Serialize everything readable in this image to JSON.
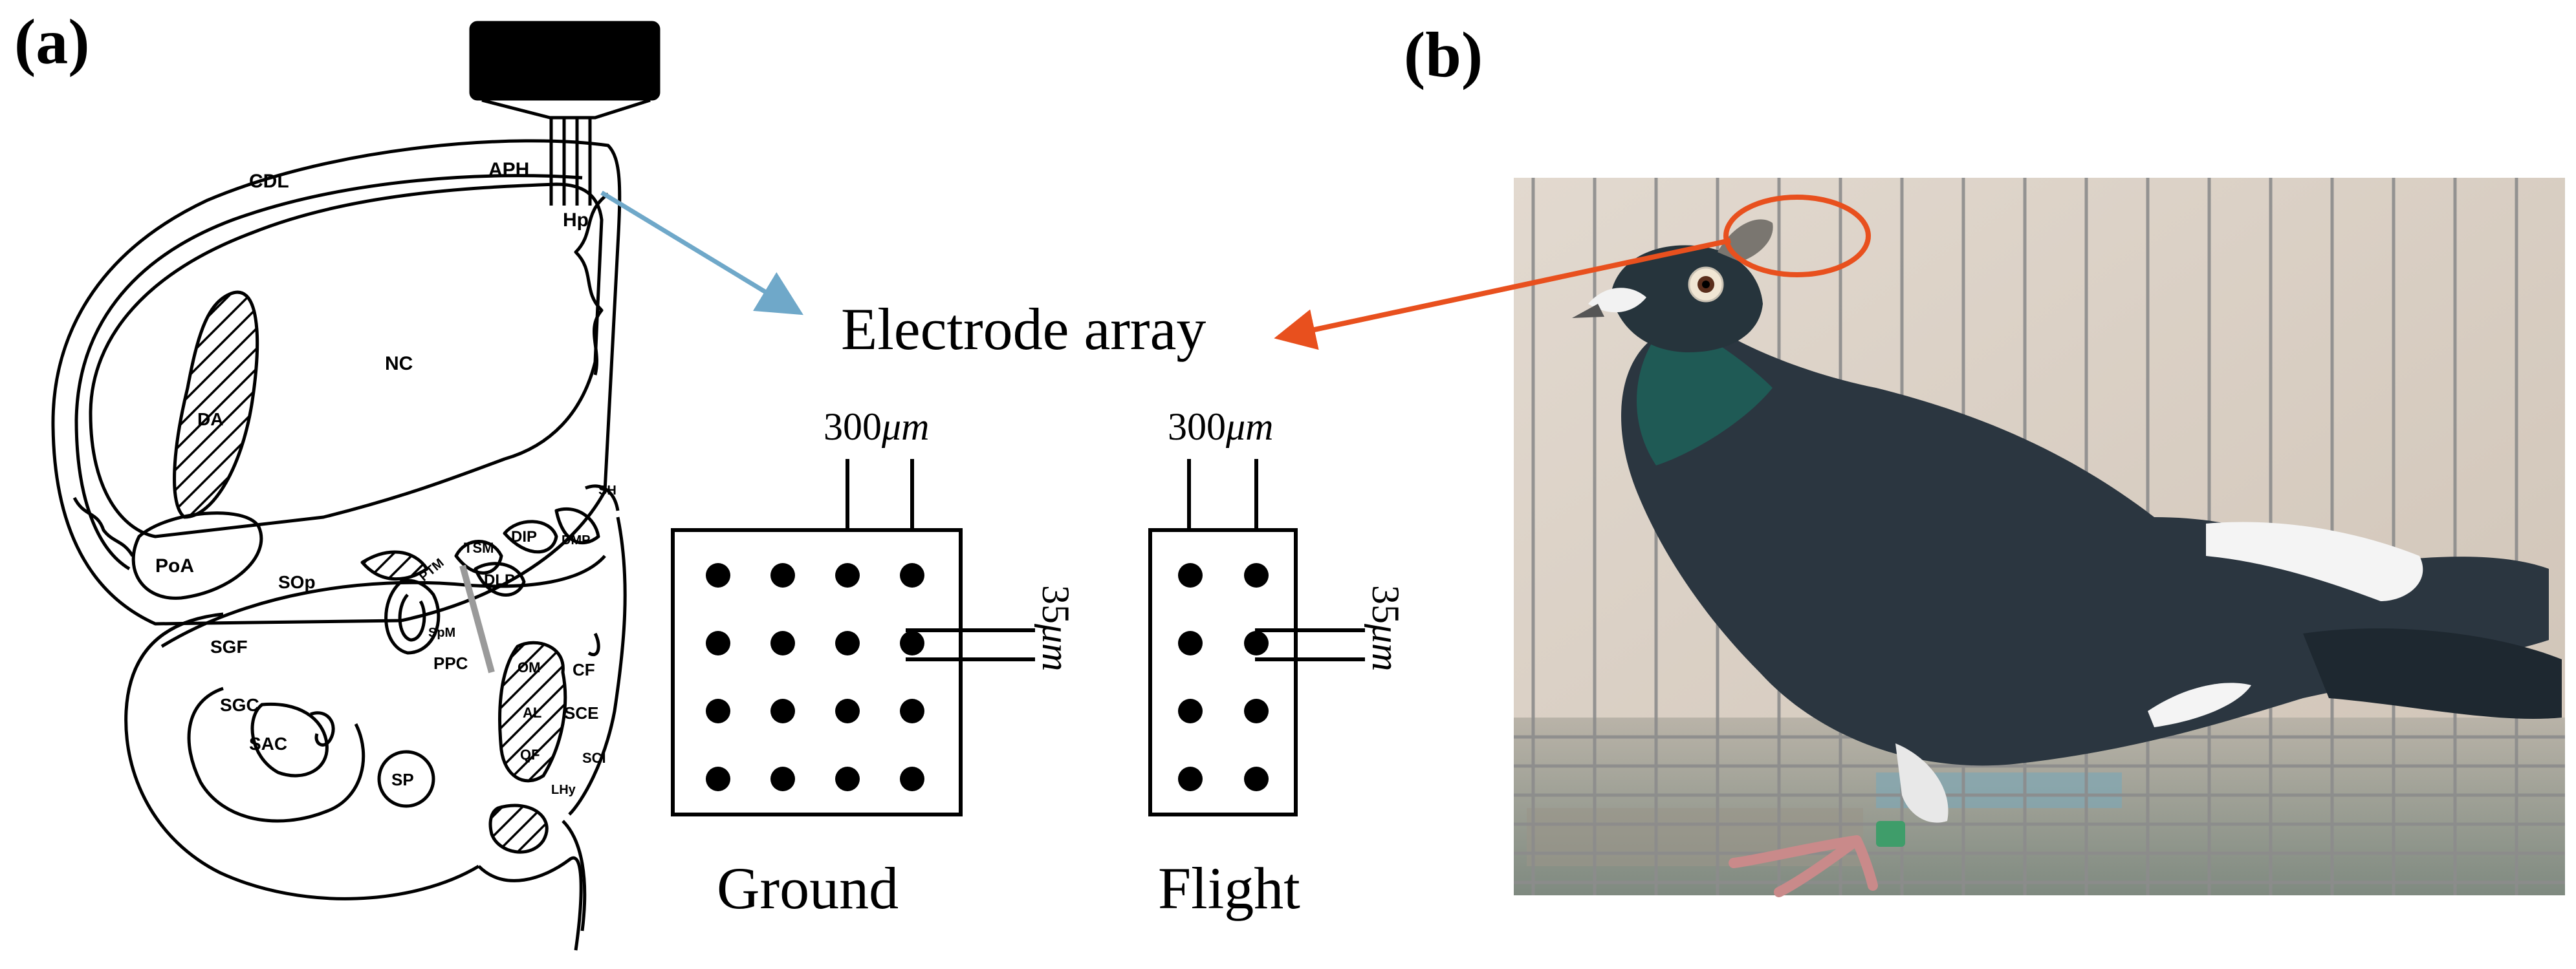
{
  "panels": {
    "a": {
      "label": "(a)"
    },
    "b": {
      "label": "(b)"
    }
  },
  "brain_regions": {
    "cdl": "CDL",
    "aph": "APH",
    "hp": "Hp",
    "nc": "NC",
    "da": "DA",
    "poa": "PoA",
    "sop": "SOp",
    "sgf": "SGF",
    "sgc": "SGC",
    "sac": "SAC",
    "sp": "SP",
    "ppc": "PPC",
    "tsm": "TSM",
    "dip": "DIP",
    "dmp": "DMP",
    "dlp": "DLP",
    "om": "OM",
    "al": "AL",
    "qf": "QF",
    "cf": "CF",
    "sce": "SCE",
    "sci": "SCI",
    "lhy": "LHy",
    "ptm": "PTM",
    "spm": "SpM",
    "sh": "SH"
  },
  "electrode": {
    "title": "Electrode array",
    "ground": {
      "label": "Ground",
      "pitch": "300",
      "pitch_unit": "μm",
      "gap": "35",
      "gap_unit": "μm",
      "rows": 4,
      "cols": 4
    },
    "flight": {
      "label": "Flight",
      "pitch": "300",
      "pitch_unit": "μm",
      "gap": "35",
      "gap_unit": "μm",
      "rows": 4,
      "cols": 2
    }
  },
  "colors": {
    "brain_arrow": "#6fa8c9",
    "photo_arrow": "#e8501e",
    "pigeon_body": "#2b3640",
    "pigeon_neck": "#1f5a55",
    "wall": "#d9cfc4",
    "cage_wire": "#8c8c8c"
  }
}
